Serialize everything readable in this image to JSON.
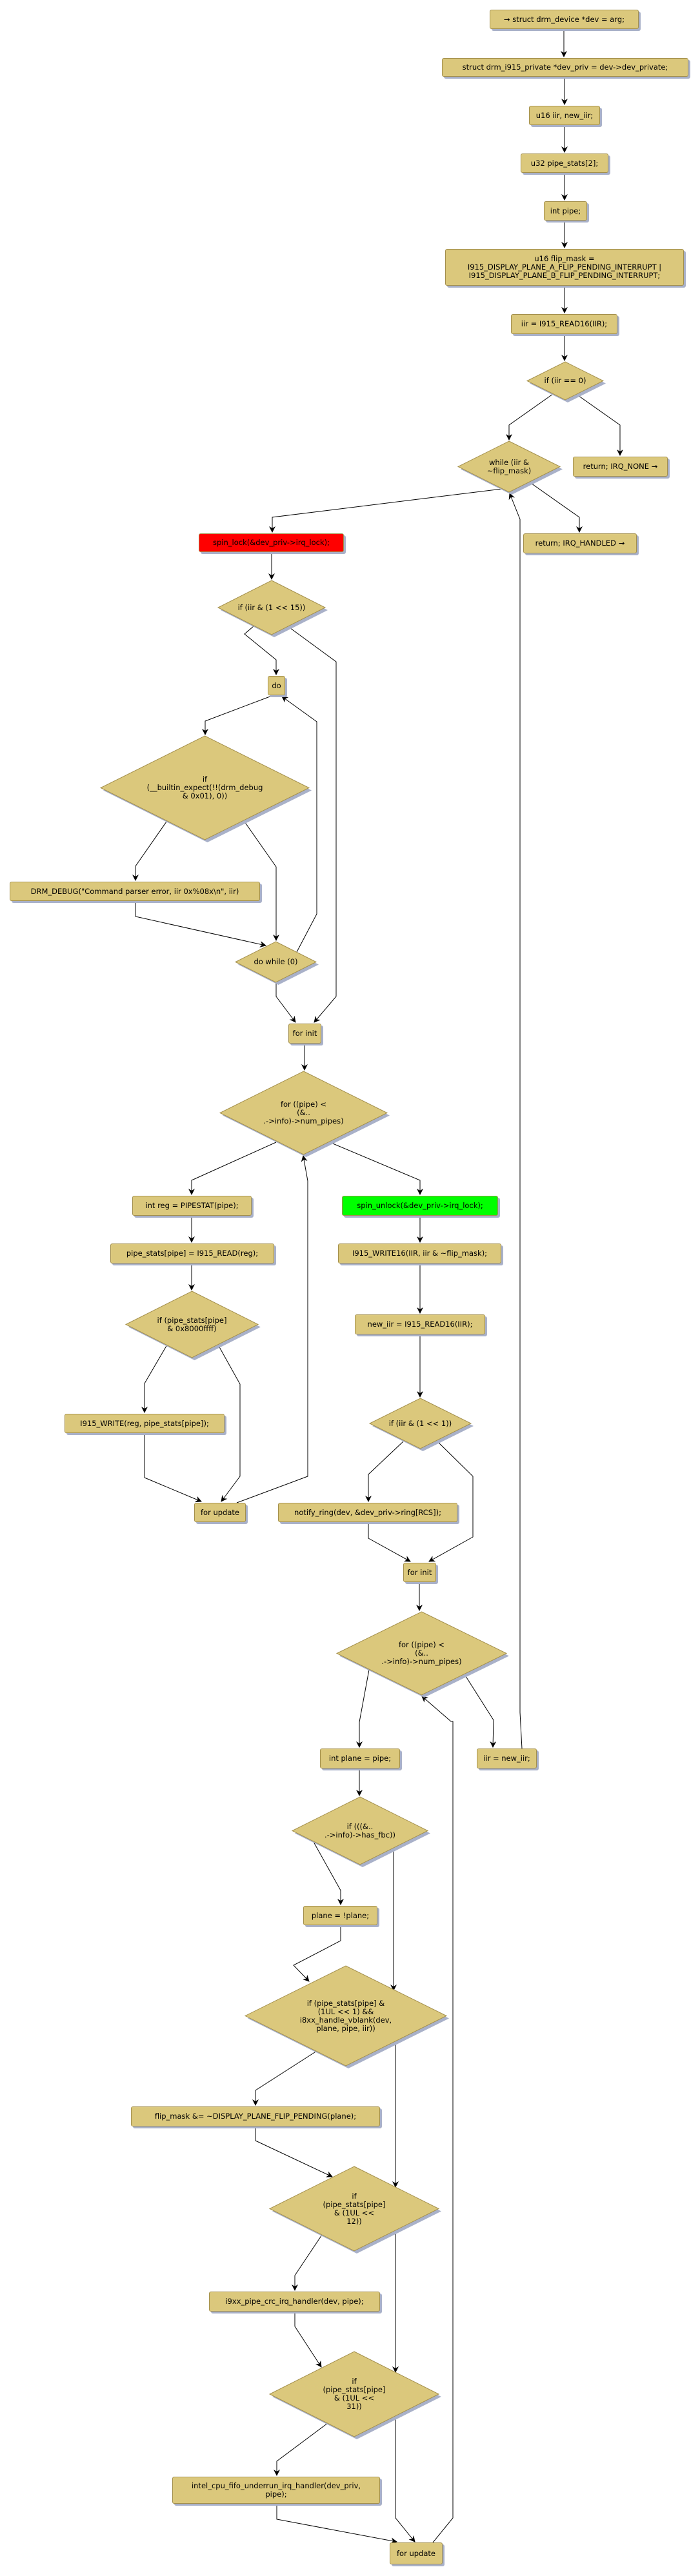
{
  "diagram": {
    "fill_color": "#dbc87c",
    "lock_color": "#ff0000",
    "unlock_color": "#00ff00",
    "nodes": [
      {
        "id": "n1",
        "kind": "box",
        "label": "→ struct drm_device *dev = arg;"
      },
      {
        "id": "n2",
        "kind": "box",
        "label": "struct drm_i915_private *dev_priv = dev->dev_private;"
      },
      {
        "id": "n3",
        "kind": "box",
        "label": "u16 iir, new_iir;"
      },
      {
        "id": "n4",
        "kind": "box",
        "label": "u32 pipe_stats[2];"
      },
      {
        "id": "n5",
        "kind": "box",
        "label": "int pipe;"
      },
      {
        "id": "n6",
        "kind": "box",
        "label": "u16 flip_mask =\nI915_DISPLAY_PLANE_A_FLIP_PENDING_INTERRUPT |\nI915_DISPLAY_PLANE_B_FLIP_PENDING_INTERRUPT;"
      },
      {
        "id": "n7",
        "kind": "box",
        "label": "iir = I915_READ16(IIR);"
      },
      {
        "id": "d1",
        "kind": "diamond",
        "label": "if (iir == 0)"
      },
      {
        "id": "d2",
        "kind": "diamond",
        "label": "while (iir &\n~flip_mask)"
      },
      {
        "id": "n8",
        "kind": "box",
        "label": "return; IRQ_NONE →"
      },
      {
        "id": "n9",
        "kind": "box",
        "label": "return; IRQ_HANDLED →"
      },
      {
        "id": "n10",
        "kind": "box",
        "color": "red",
        "label": "spin_lock(&dev_priv->irq_lock);"
      },
      {
        "id": "d3",
        "kind": "diamond",
        "label": "if (iir & (1 << 15))"
      },
      {
        "id": "n11",
        "kind": "box",
        "label": "do"
      },
      {
        "id": "d4",
        "kind": "diamond",
        "label": "if\n(__builtin_expect(!!(drm_debug\n& 0x01), 0))"
      },
      {
        "id": "n12",
        "kind": "box",
        "label": "DRM_DEBUG(\"Command parser error, iir 0x%08x\\n\", iir)"
      },
      {
        "id": "d5",
        "kind": "diamond",
        "label": "do while (0)"
      },
      {
        "id": "n13",
        "kind": "box",
        "label": "for init"
      },
      {
        "id": "d6",
        "kind": "diamond",
        "label": "for ((pipe) <\n(&..\n.->info)->num_pipes)"
      },
      {
        "id": "n14",
        "kind": "box",
        "label": "int reg = PIPESTAT(pipe);"
      },
      {
        "id": "n15",
        "kind": "box",
        "label": "pipe_stats[pipe] = I915_READ(reg);"
      },
      {
        "id": "d7",
        "kind": "diamond",
        "label": "if (pipe_stats[pipe]\n& 0x8000ffff)"
      },
      {
        "id": "n16",
        "kind": "box",
        "label": "I915_WRITE(reg, pipe_stats[pipe]);"
      },
      {
        "id": "n17",
        "kind": "box",
        "label": "for update"
      },
      {
        "id": "n18",
        "kind": "box",
        "color": "green",
        "label": "spin_unlock(&dev_priv->irq_lock);"
      },
      {
        "id": "n19",
        "kind": "box",
        "label": "I915_WRITE16(IIR, iir & ~flip_mask);"
      },
      {
        "id": "n20",
        "kind": "box",
        "label": "new_iir = I915_READ16(IIR);"
      },
      {
        "id": "d8",
        "kind": "diamond",
        "label": "if (iir & (1 << 1))"
      },
      {
        "id": "n21",
        "kind": "box",
        "label": "notify_ring(dev, &dev_priv->ring[RCS]);"
      },
      {
        "id": "n22",
        "kind": "box",
        "label": "for init"
      },
      {
        "id": "d9",
        "kind": "diamond",
        "label": "for ((pipe) <\n(&..\n.->info)->num_pipes)"
      },
      {
        "id": "n23",
        "kind": "box",
        "label": "int plane = pipe;"
      },
      {
        "id": "n24",
        "kind": "box",
        "label": "iir = new_iir;"
      },
      {
        "id": "d10",
        "kind": "diamond",
        "label": "if (((&..\n.->info)->has_fbc))"
      },
      {
        "id": "n25",
        "kind": "box",
        "label": "plane = !plane;"
      },
      {
        "id": "d11",
        "kind": "diamond",
        "label": "if (pipe_stats[pipe] &\n(1UL << 1) &&\ni8xx_handle_vblank(dev,\nplane, pipe, iir))"
      },
      {
        "id": "n26",
        "kind": "box",
        "label": "flip_mask &= ~DISPLAY_PLANE_FLIP_PENDING(plane);"
      },
      {
        "id": "d12",
        "kind": "diamond",
        "label": "if\n(pipe_stats[pipe]\n& (1UL <<\n12))"
      },
      {
        "id": "n27",
        "kind": "box",
        "label": "i9xx_pipe_crc_irq_handler(dev, pipe);"
      },
      {
        "id": "d13",
        "kind": "diamond",
        "label": "if\n(pipe_stats[pipe]\n& (1UL <<\n31))"
      },
      {
        "id": "n28",
        "kind": "box",
        "label": "intel_cpu_fifo_underrun_irq_handler(dev_priv,\npipe);"
      },
      {
        "id": "n29",
        "kind": "box",
        "label": "for update"
      }
    ]
  }
}
